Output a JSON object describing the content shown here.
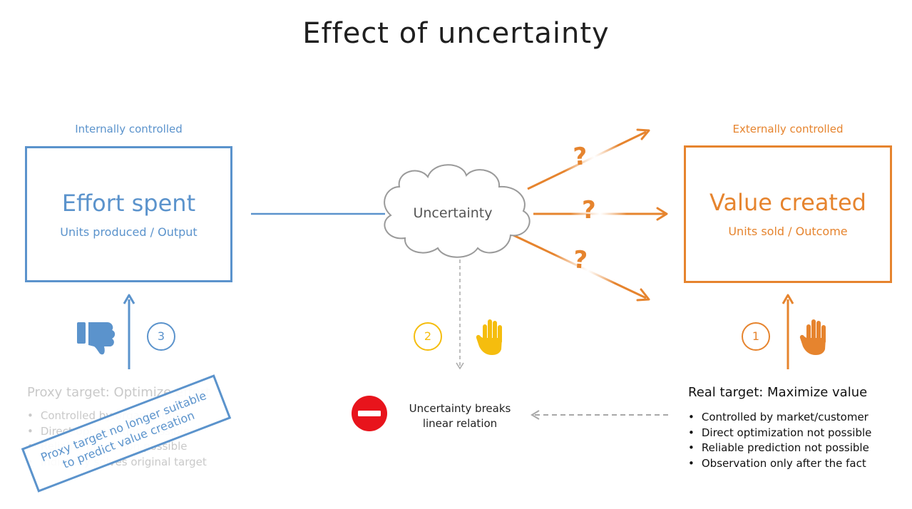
{
  "title": "Effect of uncertainty",
  "left": {
    "control_label": "Internally controlled",
    "box_title": "Effort spent",
    "box_subtitle": "Units produced / Output",
    "step_number": "3",
    "proxy": {
      "title": "Proxy target: Optimize effort",
      "bullets": [
        "Controlled by organization",
        "Direct optimization possible",
        "Reliable prediction possible",
        "Indirectly solves original target"
      ]
    },
    "stamp_lines": [
      "Proxy target no longer suitable",
      "to predict value creation"
    ]
  },
  "center": {
    "cloud_label": "Uncertainty",
    "question_mark": "?",
    "step_number": "2",
    "breaks_lines": [
      "Uncertainty breaks",
      "linear relation"
    ]
  },
  "right": {
    "control_label": "Externally controlled",
    "box_title": "Value created",
    "box_subtitle": "Units sold / Outcome",
    "step_number": "1",
    "target": {
      "title": "Real target: Maximize value",
      "bullets": [
        "Controlled by market/customer",
        "Direct optimization not possible",
        "Reliable prediction not possible",
        "Observation only after the fact"
      ]
    }
  },
  "colors": {
    "blue": "#5b93cc",
    "orange": "#e6842e",
    "yellow": "#f5bd0e",
    "red": "#e8141c",
    "gray": "#a8a8a8"
  },
  "icons": {
    "thumbs_down": "thumbs-down-icon",
    "hand_yellow": "raised-hand-icon",
    "hand_orange": "raised-hand-icon",
    "no_entry": "no-entry-icon"
  }
}
